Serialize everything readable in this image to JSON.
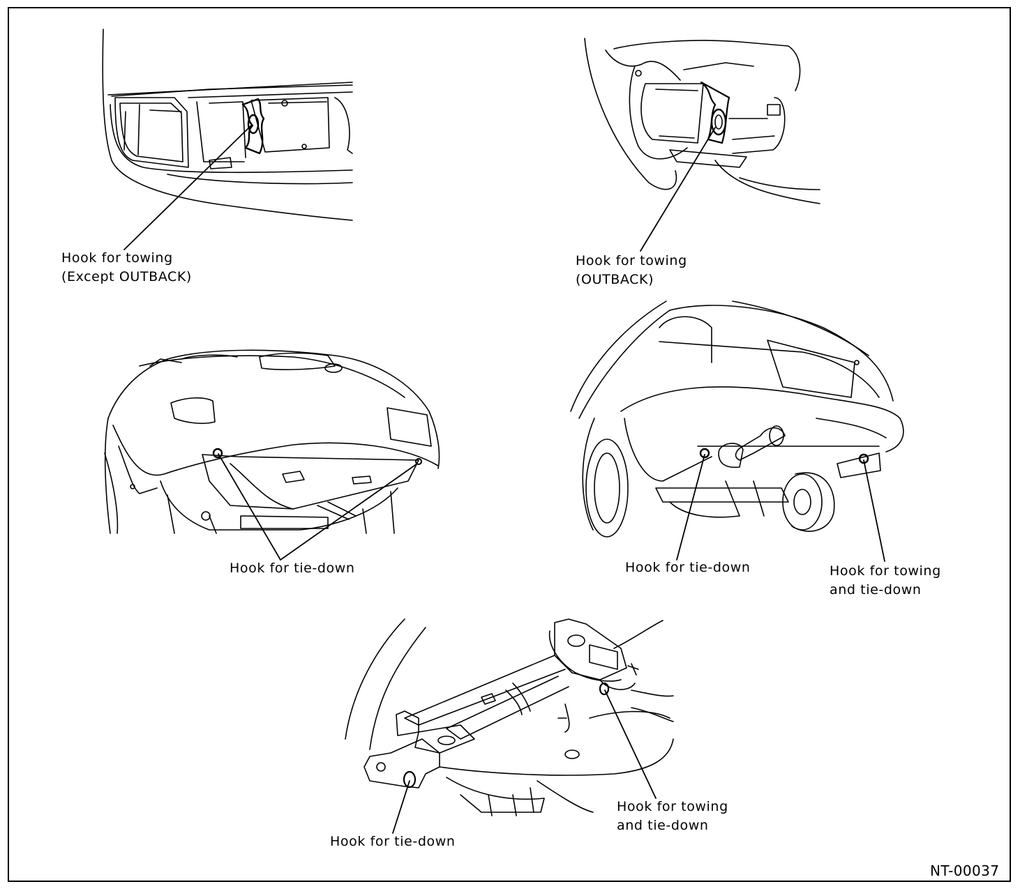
{
  "figure_id": "NT-00037",
  "labels": {
    "front_tow_except_outback": [
      "Hook for towing",
      "(Except OUTBACK)"
    ],
    "front_tow_outback": [
      "Hook for towing",
      "(OUTBACK)"
    ],
    "front_tiedown": [
      "Hook for tie-down"
    ],
    "rear_tiedown": [
      "Hook for tie-down"
    ],
    "rear_tow_tiedown": [
      "Hook for towing",
      "and tie-down"
    ],
    "under_tow_tiedown": [
      "Hook for towing",
      "and tie-down"
    ],
    "under_tiedown": [
      "Hook for tie-down"
    ]
  },
  "colors": {
    "ink": "#000000",
    "paper": "#ffffff"
  }
}
